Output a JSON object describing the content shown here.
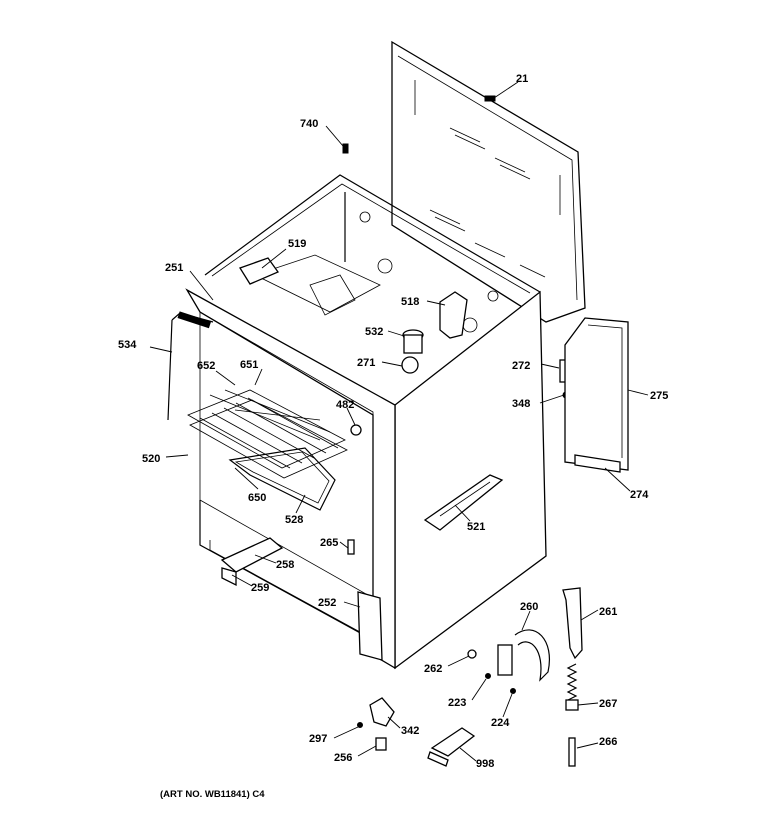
{
  "title": "",
  "footnote": "(ART NO. WB11841) C4",
  "callouts": [
    {
      "id": "21",
      "text": "21"
    },
    {
      "id": "740",
      "text": "740"
    },
    {
      "id": "519",
      "text": "519"
    },
    {
      "id": "251",
      "text": "251"
    },
    {
      "id": "518",
      "text": "518"
    },
    {
      "id": "532",
      "text": "532"
    },
    {
      "id": "534",
      "text": "534"
    },
    {
      "id": "652",
      "text": "652"
    },
    {
      "id": "651",
      "text": "651"
    },
    {
      "id": "271",
      "text": "271"
    },
    {
      "id": "272",
      "text": "272"
    },
    {
      "id": "275",
      "text": "275"
    },
    {
      "id": "348",
      "text": "348"
    },
    {
      "id": "482",
      "text": "482"
    },
    {
      "id": "520",
      "text": "520"
    },
    {
      "id": "650",
      "text": "650"
    },
    {
      "id": "528",
      "text": "528"
    },
    {
      "id": "521",
      "text": "521"
    },
    {
      "id": "274",
      "text": "274"
    },
    {
      "id": "265",
      "text": "265"
    },
    {
      "id": "258",
      "text": "258"
    },
    {
      "id": "259",
      "text": "259"
    },
    {
      "id": "252",
      "text": "252"
    },
    {
      "id": "260",
      "text": "260"
    },
    {
      "id": "261",
      "text": "261"
    },
    {
      "id": "262",
      "text": "262"
    },
    {
      "id": "223",
      "text": "223"
    },
    {
      "id": "224",
      "text": "224"
    },
    {
      "id": "267",
      "text": "267"
    },
    {
      "id": "297",
      "text": "297"
    },
    {
      "id": "342",
      "text": "342"
    },
    {
      "id": "256",
      "text": "256"
    },
    {
      "id": "998",
      "text": "998"
    },
    {
      "id": "266",
      "text": "266"
    }
  ]
}
